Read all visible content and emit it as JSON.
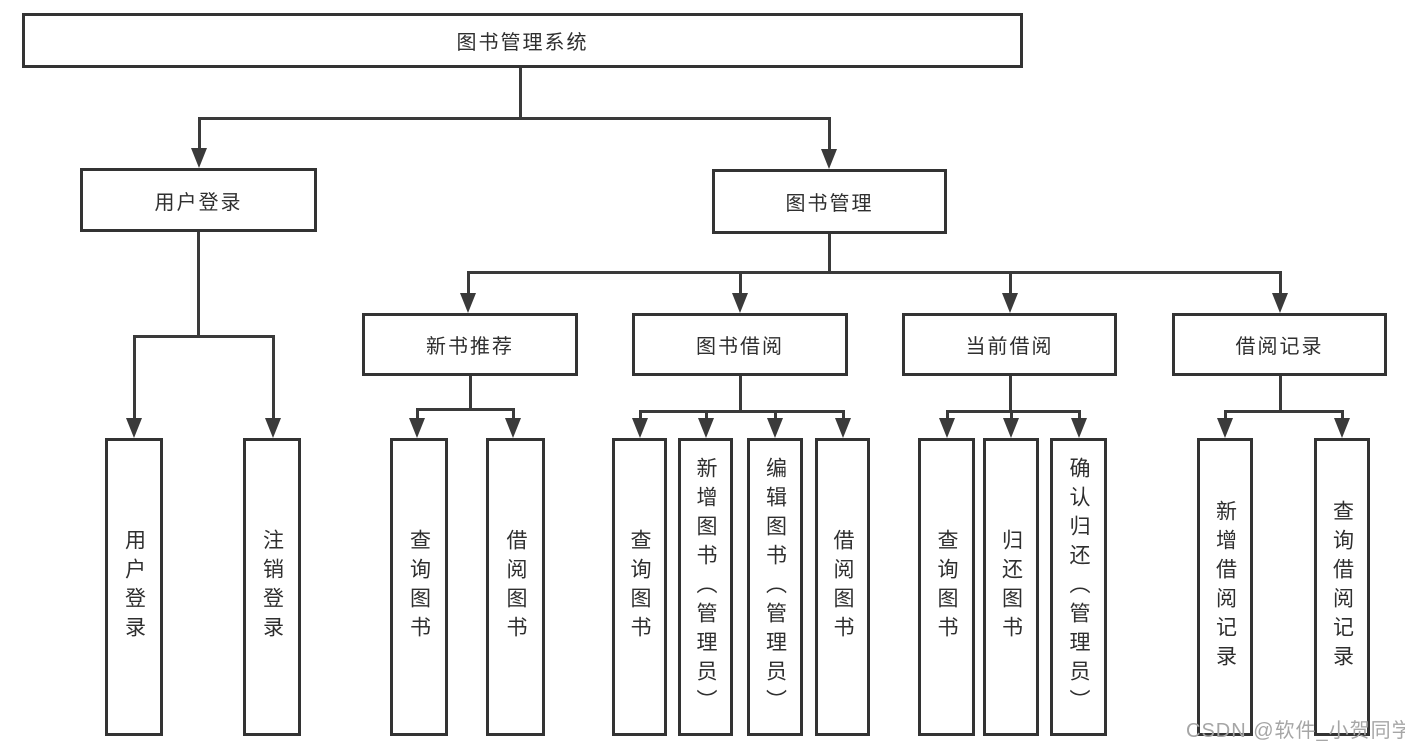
{
  "diagram_type": "hierarchy-tree",
  "root": {
    "label": "图书管理系统"
  },
  "branches": {
    "user_login": {
      "label": "用户登录",
      "children": {
        "login": {
          "label": "用户登录"
        },
        "logout": {
          "label": "注销登录"
        }
      }
    },
    "book_mgmt": {
      "label": "图书管理",
      "children": {
        "new_book_rec": {
          "label": "新书推荐",
          "children": {
            "query_books": {
              "label": "查询图书"
            },
            "borrow_books": {
              "label": "借阅图书"
            }
          }
        },
        "book_borrow": {
          "label": "图书借阅",
          "children": {
            "query_books": {
              "label": "查询图书"
            },
            "add_book": {
              "label": "新增图书（管理员）"
            },
            "edit_book": {
              "label": "编辑图书（管理员）"
            },
            "borrow_books": {
              "label": "借阅图书"
            }
          }
        },
        "current_borrow": {
          "label": "当前借阅",
          "children": {
            "query_books": {
              "label": "查询图书"
            },
            "return_books": {
              "label": "归还图书"
            },
            "confirm_return": {
              "label": "确认归还（管理员）"
            }
          }
        },
        "borrow_records": {
          "label": "借阅记录",
          "children": {
            "add_record": {
              "label": "新增借阅记录"
            },
            "query_record": {
              "label": "查询借阅记录"
            }
          }
        }
      }
    }
  },
  "watermark": {
    "text": "CSDN @软件_小贺同学"
  },
  "colors": {
    "line": "#3a3a3a",
    "box_border": "#333333",
    "text": "#2f2f2f",
    "watermark": "#a6a6a6",
    "background": "#ffffff"
  }
}
